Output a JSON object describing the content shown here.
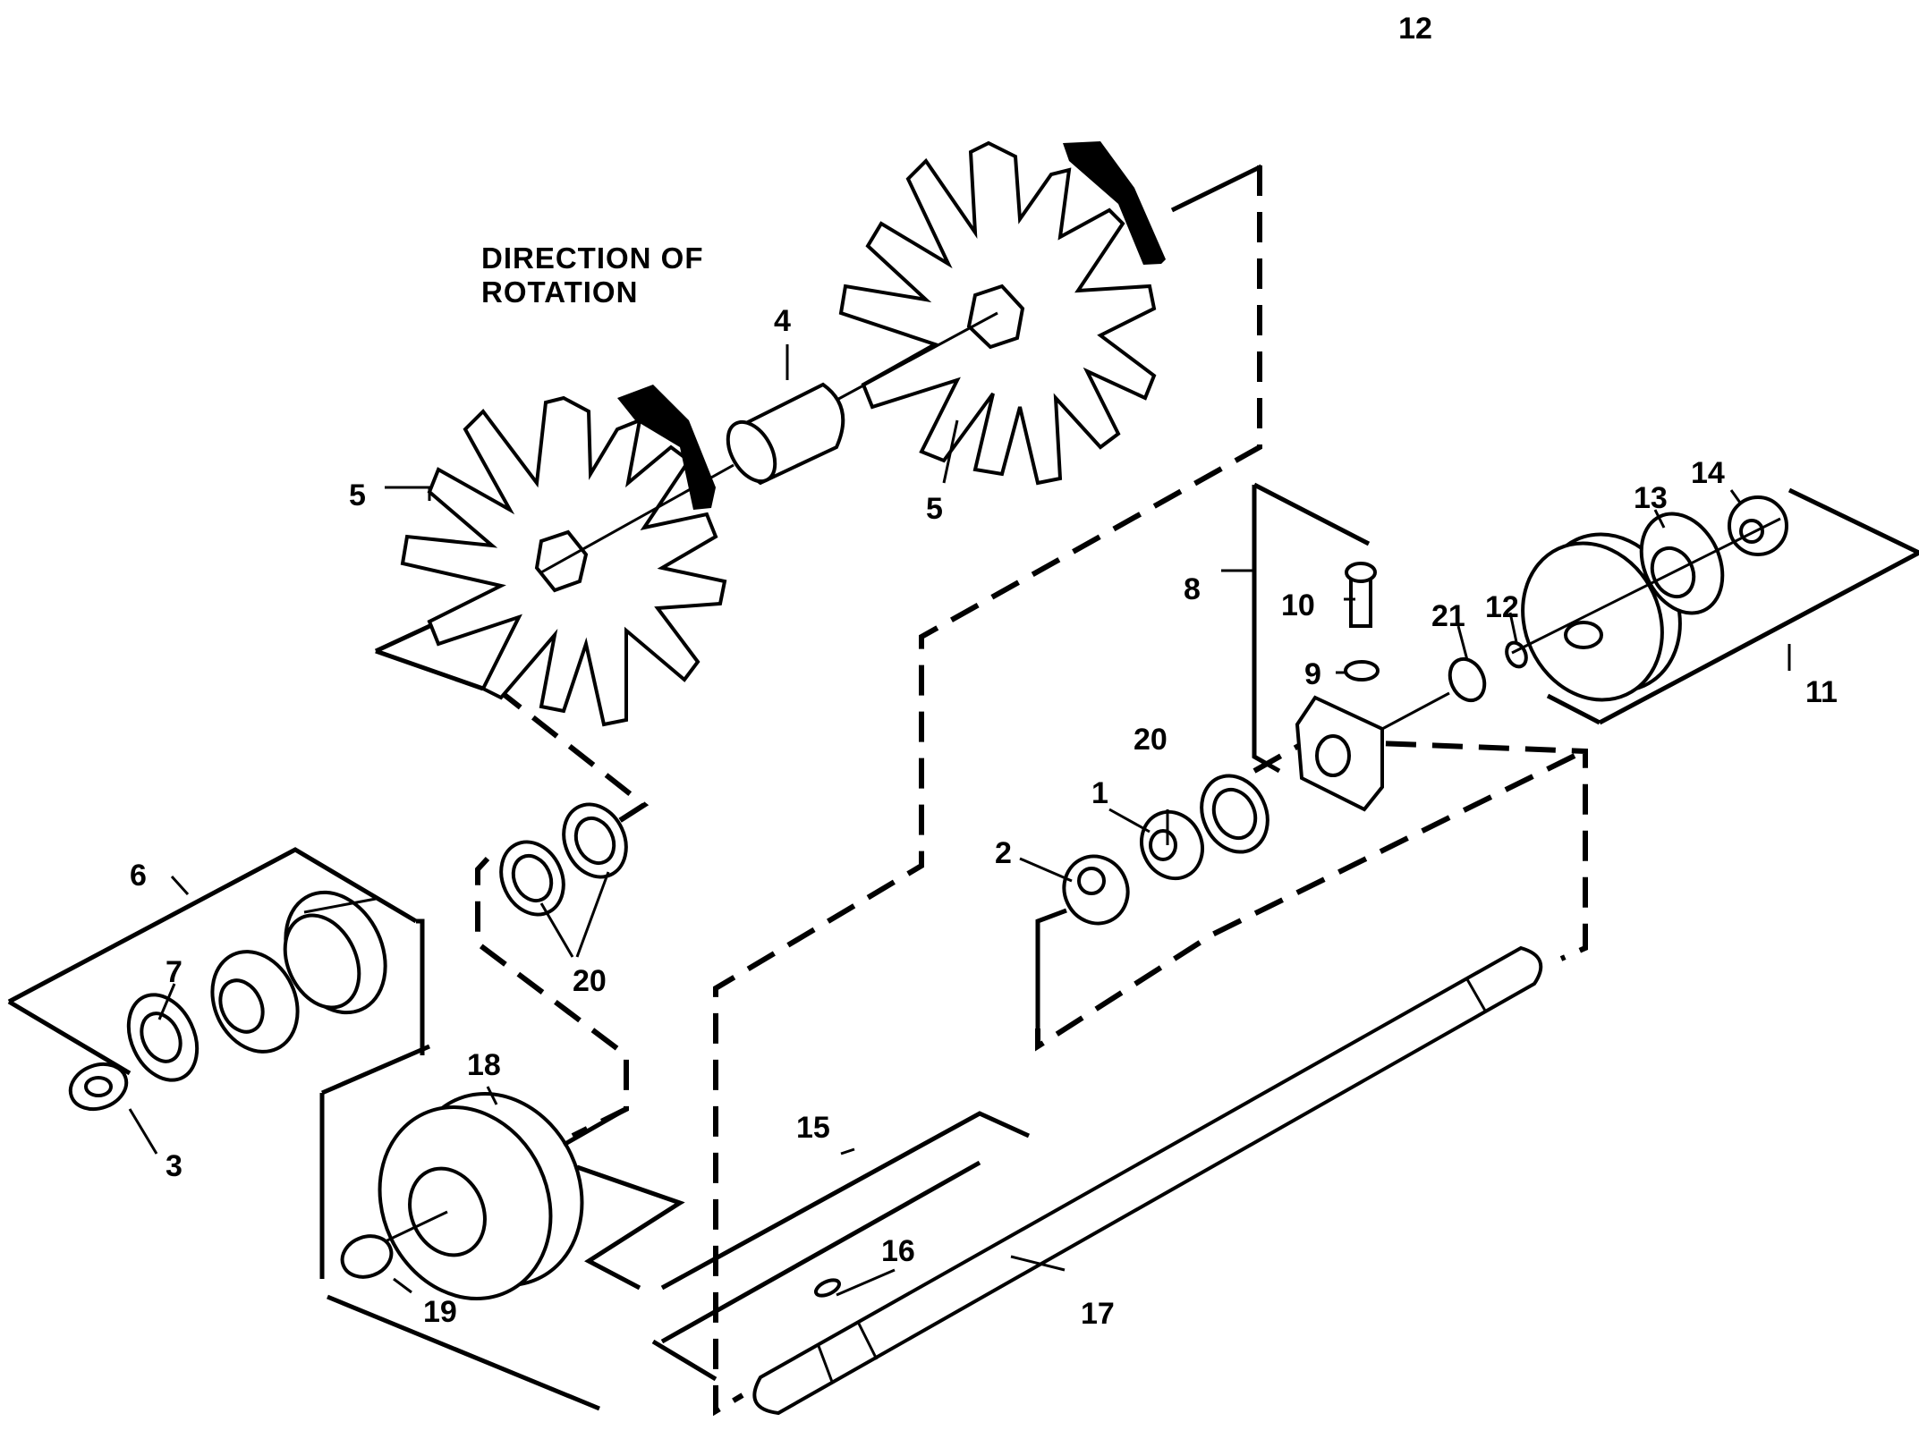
{
  "page_number": "12",
  "annotation": {
    "line1": "DIRECTION OF",
    "line2": "ROTATION"
  },
  "callouts": [
    {
      "key": "c1",
      "text": "1"
    },
    {
      "key": "c2",
      "text": "2"
    },
    {
      "key": "c3",
      "text": "3"
    },
    {
      "key": "c4",
      "text": "4"
    },
    {
      "key": "c5a",
      "text": "5"
    },
    {
      "key": "c5b",
      "text": "5"
    },
    {
      "key": "c6",
      "text": "6"
    },
    {
      "key": "c7",
      "text": "7"
    },
    {
      "key": "c8",
      "text": "8"
    },
    {
      "key": "c9",
      "text": "9"
    },
    {
      "key": "c10",
      "text": "10"
    },
    {
      "key": "c11",
      "text": "11"
    },
    {
      "key": "c12",
      "text": "12"
    },
    {
      "key": "c13",
      "text": "13"
    },
    {
      "key": "c14",
      "text": "14"
    },
    {
      "key": "c15",
      "text": "15"
    },
    {
      "key": "c16",
      "text": "16"
    },
    {
      "key": "c17",
      "text": "17"
    },
    {
      "key": "c18",
      "text": "18"
    },
    {
      "key": "c19",
      "text": "19"
    },
    {
      "key": "c20a",
      "text": "20"
    },
    {
      "key": "c20b",
      "text": "20"
    },
    {
      "key": "c21",
      "text": "21"
    }
  ]
}
